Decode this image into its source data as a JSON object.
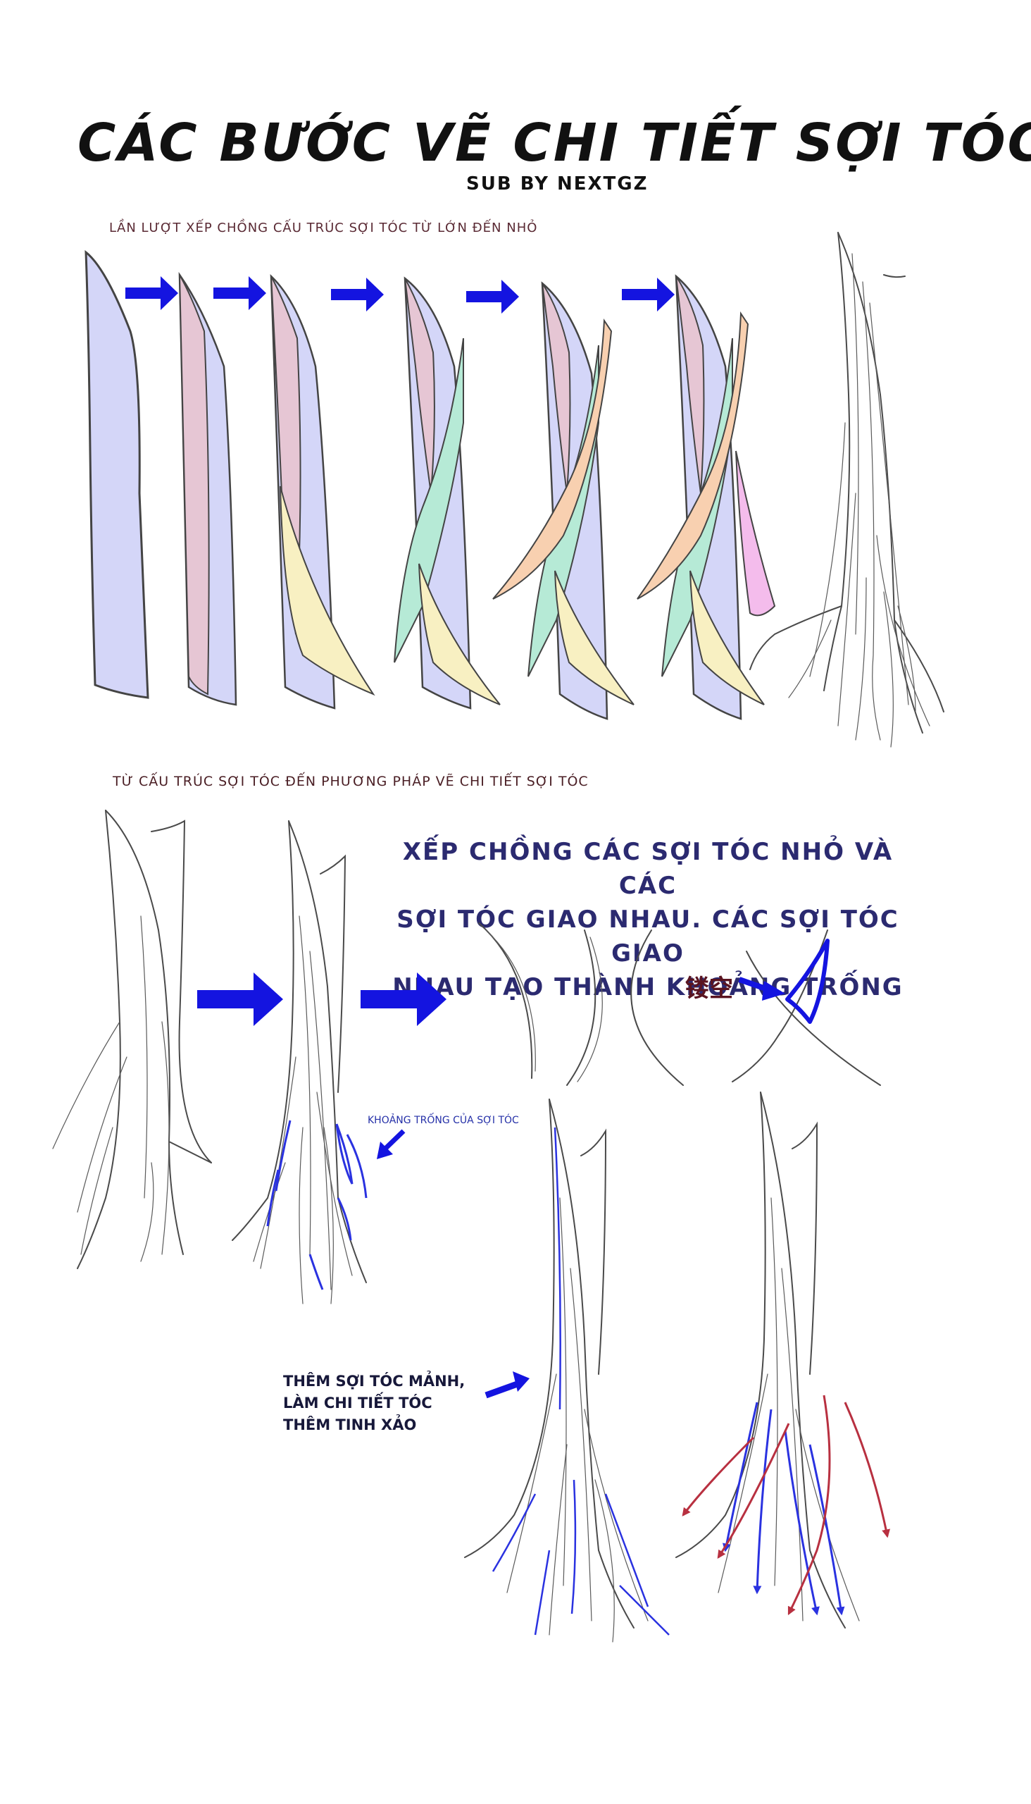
{
  "heading": {
    "title": "CÁC BƯỚC VẼ CHI TIẾT SỢI TÓC",
    "credit": "SUB BY NEXTGZ"
  },
  "section1": {
    "caption": "LẦN LƯỢT XẾP CHỒNG CẤU TRÚC SỢI TÓC TỪ LỚN ĐẾN NHỎ"
  },
  "section2": {
    "caption": "TỪ CẤU TRÚC SỢI TÓC ĐẾN PHƯƠNG PHÁP VẼ CHI TIẾT SỢI TÓC",
    "explain_lines": [
      "XẾP CHỒNG CÁC SỢI TÓC NHỎ VÀ CÁC",
      "SỢI TÓC GIAO NHAU. CÁC SỢI TÓC GIAO",
      "NHAU TẠO THÀNH KHOẢNG TRỐNG"
    ],
    "chinese_label": "镂空",
    "gap_label": "KHOẢNG TRỐNG CỦA SỢI TÓC",
    "finer_lines": [
      "THÊM SỢI TÓC MẢNH,",
      "LÀM CHI TIẾT TÓC",
      "THÊM TINH XẢO"
    ]
  },
  "colors": {
    "lavender": "#d4d6f8",
    "pink": "#e6c6d4",
    "yellow": "#f8f0c2",
    "teal": "#b6ead6",
    "peach": "#f8d0b0",
    "magenta": "#f4bcec",
    "arrow_blue": "#1414e0",
    "detail_blue": "#2a32e0",
    "detail_red": "#b83040"
  }
}
